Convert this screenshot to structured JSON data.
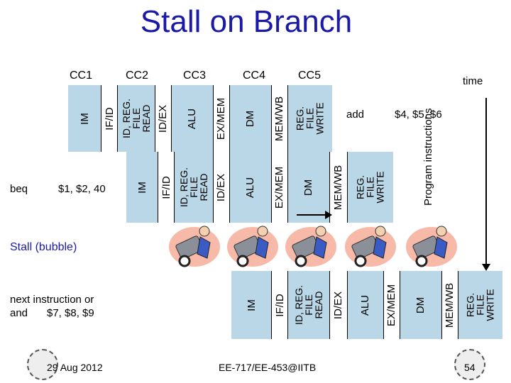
{
  "title": "Stall on Branch",
  "clock_cycles": [
    "CC1",
    "CC2",
    "CC3",
    "CC4",
    "CC5"
  ],
  "time_label": "time",
  "axis_label": "Program instructions",
  "stage_labels": {
    "im": "IM",
    "ifid": "IF/ID",
    "reg_read": [
      "ID, REG.",
      "FILE",
      "READ"
    ],
    "idex": "ID/EX",
    "alu": "ALU",
    "exmem": "EX/MEM",
    "dm": "DM",
    "memwb": "MEM/WB",
    "reg_write": [
      "REG.",
      "FILE",
      "WRITE"
    ]
  },
  "instructions": {
    "add": {
      "op": "add",
      "operands": "$4, $5, $6"
    },
    "beq": {
      "op": "beq",
      "operands": "$1, $2, 40"
    },
    "stall": "Stall (bubble)",
    "next": {
      "line1": "next instruction or",
      "op": "and",
      "operands": "$7, $8, $9"
    }
  },
  "footer": {
    "date": "29 Aug 2012",
    "course": "EE-717/EE-453@IITB",
    "page": "54"
  },
  "colors": {
    "title": "#1a1aa6",
    "stage_fill": "#b9d7e6"
  }
}
